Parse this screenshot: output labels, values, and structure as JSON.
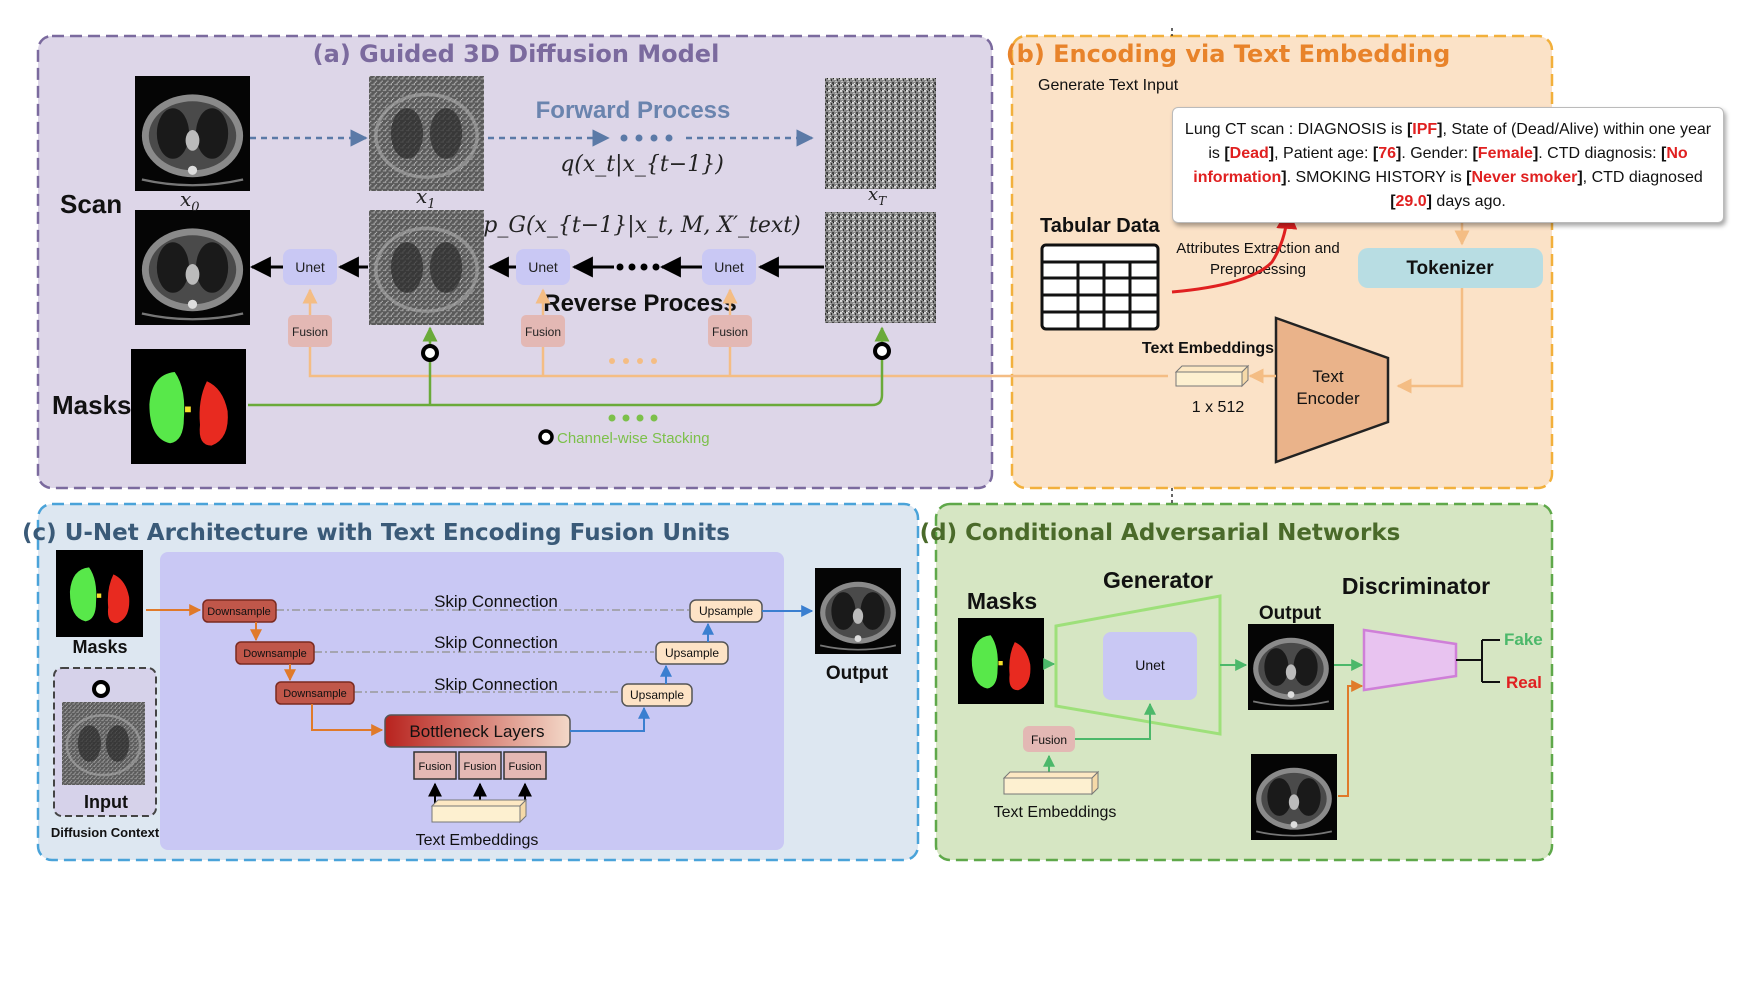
{
  "panels": {
    "a": {
      "title": "(a) Guided 3D Diffusion Model",
      "forward_label": "Forward Process",
      "forward_formula": "q(x_t|x_{t−1})",
      "reverse_formula": "p_G(x_{t−1}|x_t, M, X′_text)",
      "reverse_label": "Reverse Process",
      "scan_label": "Scan",
      "masks_label": "Masks",
      "x0": "x",
      "x0_sub": "0",
      "x1": "x",
      "x1_sub": "1",
      "xT": "x",
      "xT_sub": "T",
      "unet_label": "Unet",
      "fusion_label": "Fusion",
      "stacking_legend": "Channel-wise Stacking"
    },
    "b": {
      "title": "(b) Encoding via Text Embedding",
      "generate_text_input": "Generate Text Input",
      "text_input": {
        "p1": "Lung CT scan : DIAGNOSIS is ",
        "v1": "IPF",
        "p2": ", State of (Dead/Alive) within one year is ",
        "v2": "Dead",
        "p3": ", Patient age: ",
        "v3": "76",
        "p4": ". Gender: ",
        "v4": "Female",
        "p5": ". CTD diagnosis: ",
        "v5": "No information",
        "p6": ". SMOKING HISTORY is ",
        "v6": "Never smoker",
        "p7": ", CTD diagnosed ",
        "v7": "29.0",
        "p8": " days ago."
      },
      "tabular_data": "Tabular Data",
      "attr_extraction_1": "Attributes Extraction and",
      "attr_extraction_2": "Preprocessing",
      "tokenizer": "Tokenizer",
      "text_embeddings": "Text Embeddings",
      "embedding_size": "1 x 512",
      "text_encoder_1": "Text",
      "text_encoder_2": "Encoder"
    },
    "c": {
      "title": "(c) U-Net Architecture with Text Encoding Fusion Units",
      "masks": "Masks",
      "input": "Input",
      "diffusion_context": "Diffusion Context",
      "downsample": "Downsample",
      "upsample": "Upsample",
      "skip_connection": "Skip Connection",
      "bottleneck": "Bottleneck Layers",
      "fusion": "Fusion",
      "text_embeddings": "Text Embeddings",
      "output": "Output"
    },
    "d": {
      "title": "(d) Conditional Adversarial Networks",
      "masks": "Masks",
      "generator": "Generator",
      "unet": "Unet",
      "output": "Output",
      "discriminator": "Discriminator",
      "fake": "Fake",
      "real": "Real",
      "fusion": "Fusion",
      "text_embeddings": "Text Embeddings"
    }
  },
  "colors": {
    "panel_a_bg": "#ddd6e8",
    "panel_a_border": "#7b6a9e",
    "panel_a_title": "#7b6a9e",
    "panel_b_bg": "#fbe2c7",
    "panel_b_border": "#f2b03c",
    "panel_b_title": "#e8832a",
    "panel_c_bg": "#dde7f1",
    "panel_c_border": "#4aa3d9",
    "panel_c_title": "#3a5a78",
    "panel_d_bg": "#d6e6c3",
    "panel_d_border": "#5fa84a",
    "panel_d_title": "#4a6a2a",
    "unet_box": "#c9c8f4",
    "fusion_box": "#e3b8b4",
    "forward_arrow": "#5b7aa7",
    "mask_green": "#6acb3a",
    "embedding_orange": "#f6c38d",
    "highlight_red": "#e02020"
  }
}
